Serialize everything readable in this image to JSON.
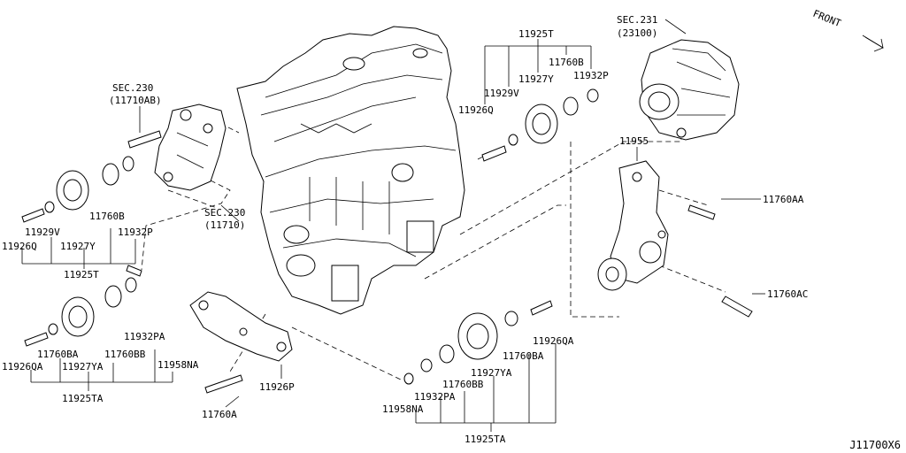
{
  "front_label": "FRONT",
  "diagram_code": "J11700X6",
  "labels": {
    "sec231": "SEC.231",
    "sec231_num": "(23100)",
    "sec230_top": "SEC.230",
    "sec230_top_num": "(11710AB)",
    "sec230_mid": "SEC.230",
    "sec230_mid_num": "(11710)",
    "p11925T_top": "11925T",
    "p11760B_top": "11760B",
    "p11932P_top": "11932P",
    "p11927Y_top": "11927Y",
    "p11929V_top": "11929V",
    "p11926Q_top": "11926Q",
    "p11955": "11955",
    "p11760AA": "11760AA",
    "p11760AC": "11760AC",
    "p11929V_left": "11929V",
    "p11760B_left": "11760B",
    "p11932P_left": "11932P",
    "p11926Q_left": "11926Q",
    "p11927Y_left": "11927Y",
    "p11925T_left": "11925T",
    "p11760BA_left": "11760BA",
    "p11760BB_left": "11760BB",
    "p11932PA_left": "11932PA",
    "p11926QA_left": "11926QA",
    "p11927YA_left": "11927YA",
    "p11958NA_left": "11958NA",
    "p11925TA_left": "11925TA",
    "p11926P": "11926P",
    "p11760A": "11760A",
    "p11927YA_bot": "11927YA",
    "p11760BB_bot": "11760BB",
    "p11932PA_bot": "11932PA",
    "p11958NA_bot": "11958NA",
    "p11760BA_bot": "11760BA",
    "p11926QA_bot": "11926QA",
    "p11925TA_bot": "11925TA"
  }
}
